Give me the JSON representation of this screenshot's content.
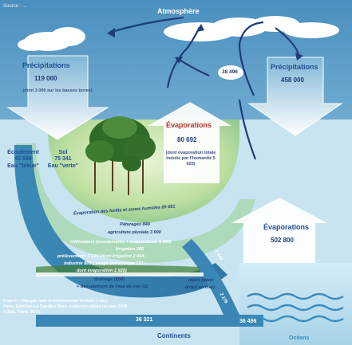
{
  "colors": {
    "sky_top": "#5a9dc6",
    "sky_mid": "#8ec0dc",
    "cloud": "#ffffff",
    "arrow_dark": "#1f3d7a",
    "grass_light": "#d6ecc0",
    "grass_dark": "#7dbd7a",
    "water_band": "#3f8fb8",
    "ocean": "#b8dcec",
    "text_blue": "#1f4e96"
  },
  "source_tag": "Source : ... ",
  "atmosphere": {
    "label": "Atmosphère"
  },
  "precip_land": {
    "title": "Précipitations",
    "value": "119 000",
    "note": "(dont 3 000 sur les basses terres)"
  },
  "precip_ocean": {
    "title": "Précipitations",
    "value": "458 000"
  },
  "transfer": {
    "value": "38 496"
  },
  "evap_land": {
    "title": "Évaporations",
    "value": "80 692",
    "note": "(dont évaporation totale induite par l'humanité 5 920)"
  },
  "evap_ocean": {
    "title": "Évaporations",
    "value": "502 800"
  },
  "runoff": {
    "title": "Écoulement",
    "value": "43 500",
    "kind": "Eau \"bleue\""
  },
  "soil": {
    "title": "Sol",
    "value": "75 341",
    "kind": "Eau \"verte\""
  },
  "green_flows": [
    "Évaporation des forêts et zones humides 69 651",
    "Pâturages 840",
    "agriculture pluviale 3 000"
  ],
  "blue_flows": [
    "infiltrations (écoulements + évaporations 3 200)",
    "Irrigation 365",
    "prélèvements 3 820 (dont irrigation 2 664 ;",
    "industrie 881 ; usage domestique 174 ;",
    "dont évaporation 1 920)"
  ],
  "mid_flows": {
    "drainage": "100",
    "drainage_label": "drainage (100)",
    "dessal": "+ dessalement de l'eau de mer (1)",
    "right_label": "rejets (dans",
    "right_label2": "direct en mer)",
    "side_a": "1 444",
    "side_b": "2 176"
  },
  "bottom": {
    "left_value": "36 321",
    "right_value": "36 496",
    "continents": "Continents",
    "oceans": "Océans"
  },
  "source_lines": [
    "D'après : Margat Jean et Andréassian Vazken, L'eau,",
    "Paris, Éditions Le Cavalier Bleu, collection Idées reçues, 2008.",
    "© Dila, Paris, 2010."
  ]
}
